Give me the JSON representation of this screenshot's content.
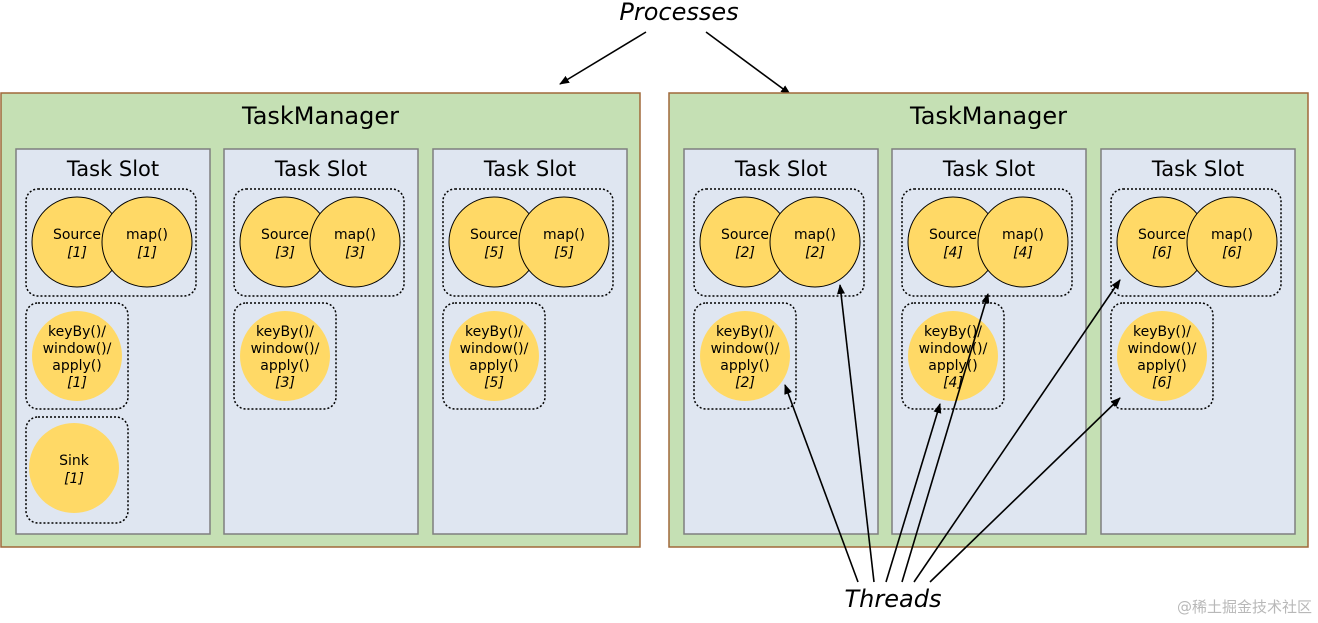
{
  "processes_label": "Processes",
  "threads_label": "Threads",
  "watermark": "@稀土掘金技术社区",
  "colors": {
    "taskmanager_fill": "#c5e0b4",
    "taskmanager_border": "#a0693a",
    "slot_fill": "#dfe6f1",
    "slot_border": "#7f7f7f",
    "operator_fill": "#ffd966",
    "operator_fill_plain": "#ffd966"
  },
  "taskmanagers": [
    {
      "title": "TaskManager",
      "slots": [
        {
          "title": "Task Slot",
          "chain": {
            "source": {
              "name": "Source",
              "idx": "[1]"
            },
            "map": {
              "name": "map()",
              "idx": "[1]"
            }
          },
          "window": {
            "lines": [
              "keyBy()/",
              "window()/",
              "apply()"
            ],
            "idx": "[1]"
          },
          "sink": {
            "name": "Sink",
            "idx": "[1]"
          }
        },
        {
          "title": "Task Slot",
          "chain": {
            "source": {
              "name": "Source",
              "idx": "[3]"
            },
            "map": {
              "name": "map()",
              "idx": "[3]"
            }
          },
          "window": {
            "lines": [
              "keyBy()/",
              "window()/",
              "apply()"
            ],
            "idx": "[3]"
          }
        },
        {
          "title": "Task Slot",
          "chain": {
            "source": {
              "name": "Source",
              "idx": "[5]"
            },
            "map": {
              "name": "map()",
              "idx": "[5]"
            }
          },
          "window": {
            "lines": [
              "keyBy()/",
              "window()/",
              "apply()"
            ],
            "idx": "[5]"
          }
        }
      ]
    },
    {
      "title": "TaskManager",
      "slots": [
        {
          "title": "Task Slot",
          "chain": {
            "source": {
              "name": "Source",
              "idx": "[2]"
            },
            "map": {
              "name": "map()",
              "idx": "[2]"
            }
          },
          "window": {
            "lines": [
              "keyBy()/",
              "window()/",
              "apply()"
            ],
            "idx": "[2]"
          }
        },
        {
          "title": "Task Slot",
          "chain": {
            "source": {
              "name": "Source",
              "idx": "[4]"
            },
            "map": {
              "name": "map()",
              "idx": "[4]"
            }
          },
          "window": {
            "lines": [
              "keyBy()/",
              "window()/",
              "apply()"
            ],
            "idx": "[4]"
          }
        },
        {
          "title": "Task Slot",
          "chain": {
            "source": {
              "name": "Source",
              "idx": "[6]"
            },
            "map": {
              "name": "map()",
              "idx": "[6]"
            }
          },
          "window": {
            "lines": [
              "keyBy()/",
              "window()/",
              "apply()"
            ],
            "idx": "[6]"
          }
        }
      ]
    }
  ]
}
